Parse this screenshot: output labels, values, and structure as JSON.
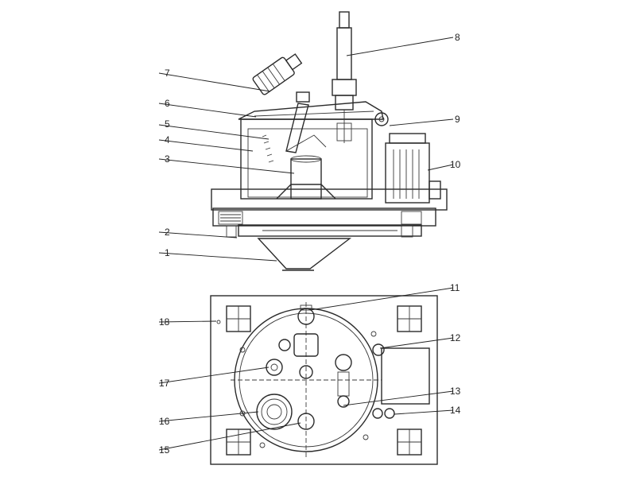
{
  "callouts": {
    "c1": "1",
    "c2": "2",
    "c3": "3",
    "c4": "4",
    "c5": "5",
    "c6": "6",
    "c7": "7",
    "c8": "8",
    "c9": "9",
    "c10": "10",
    "c11": "11",
    "c12": "12",
    "c13": "13",
    "c14": "14",
    "c15": "15",
    "c16": "16",
    "c17": "17",
    "c18": "18"
  },
  "colors": {
    "ink": "#2b2b2b",
    "background": "#ffffff"
  }
}
